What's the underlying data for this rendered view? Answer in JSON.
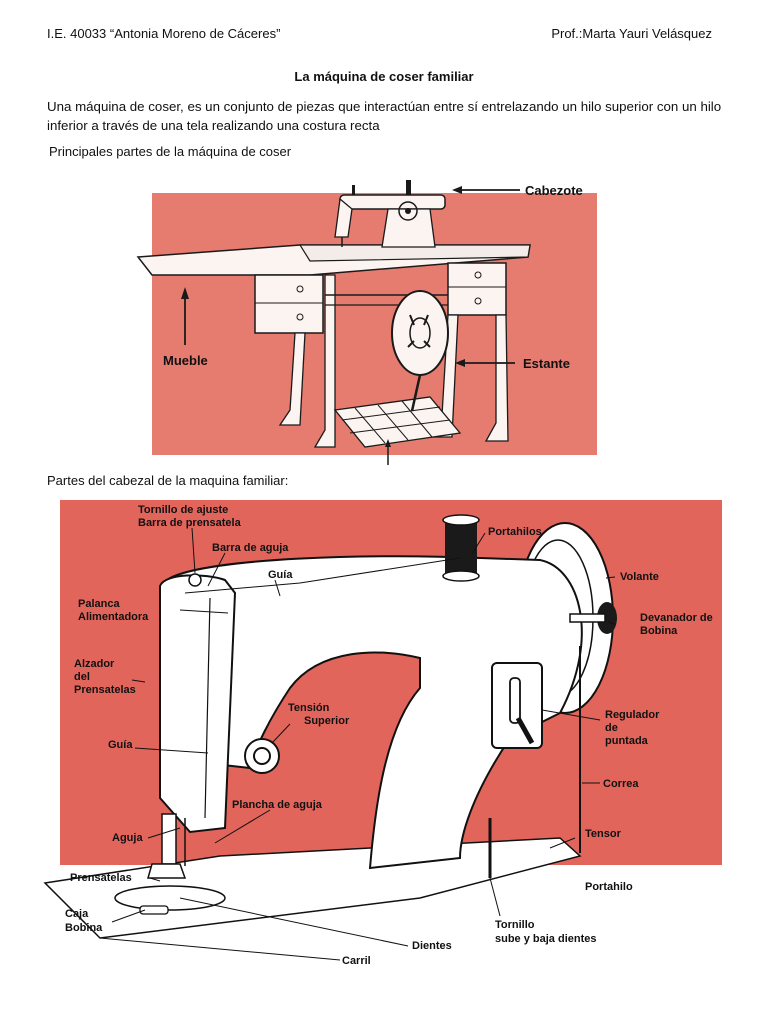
{
  "header": {
    "school": "I.E. 40033 “Antonia Moreno de Cáceres”",
    "teacher": "Prof.:Marta Yauri Velásquez"
  },
  "title": "La máquina de coser familiar",
  "intro": "Una máquina de coser, es un conjunto de piezas que interactúan entre sí entrelazando un hilo superior con un hilo inferior a través de una tela realizando una costura recta",
  "section1": "Principales partes de la máquina de coser",
  "figure1": {
    "labels": {
      "cabezote": "Cabezote",
      "mueble": "Mueble",
      "estante": "Estante"
    },
    "colors": {
      "background": "#e67c70",
      "line": "#1a1a1a"
    }
  },
  "section2": "Partes del cabezal de la maquina familiar:",
  "figure2": {
    "labels": {
      "tornillo_ajuste": "Tornillo de ajuste",
      "barra_prensatela": "Barra de prensatela",
      "barra_aguja": "Barra de aguja",
      "guia_top": "Guía",
      "palanca1": "Palanca",
      "palanca2": "Alimentadora",
      "alzador1": "Alzador",
      "alzador2": "del",
      "alzador3": "Prensatelas",
      "guia_left": "Guía",
      "tension1": "Tensión",
      "tension2": "Superior",
      "plancha": "Plancha de aguja",
      "aguja": "Aguja",
      "prensatelas": "Prensatelas",
      "caja1": "Caja",
      "caja2": "Bobina",
      "portahilos": "Portahilos",
      "volante": "Volante",
      "devanador1": "Devanador de",
      "devanador2": "Bobina",
      "regulador1": "Regulador",
      "regulador2": "de",
      "regulador3": "puntada",
      "correa": "Correa",
      "tensor": "Tensor",
      "portahilo": "Portahilo",
      "tornillo2a": "Tornillo",
      "tornillo2b": "sube y baja dientes",
      "dientes": "Dientes",
      "carril": "Carril"
    },
    "colors": {
      "background": "#e2655c",
      "machine": "#ffffff",
      "line": "#111111"
    }
  }
}
